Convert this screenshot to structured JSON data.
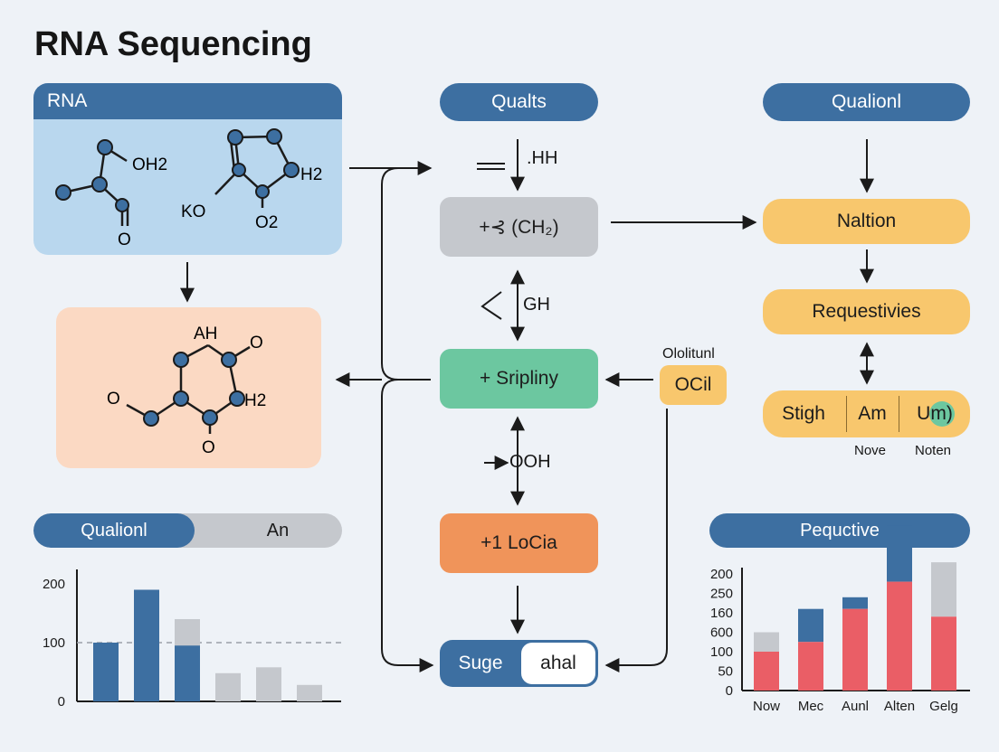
{
  "title": "RNA Sequencing",
  "rna_panel": {
    "header": "RNA",
    "labels": [
      "OH2",
      "O",
      "KO",
      "H2",
      "O2"
    ]
  },
  "structure_panel": {
    "labels": [
      "AH",
      "O",
      "O",
      "H2",
      "O"
    ]
  },
  "center": {
    "top": "Qualts",
    "label_hh": ".HH",
    "box_ch2": "+⊰ (CH₂)",
    "label_gh": "GH",
    "box_sripliny": "+ Sripliny",
    "label_ooh": "OOH",
    "box_locia": "+1 LoCia",
    "bottom_left": "Suge",
    "bottom_right": "ahal"
  },
  "side": {
    "olio_label": "Ololitunl",
    "ocil": "OCil"
  },
  "right": {
    "top": "Qualionl",
    "nation": "Naltion",
    "request": "Requestivies",
    "split": [
      "Stigh",
      "Am",
      "Um)"
    ],
    "under": [
      "Nove",
      "Noten"
    ]
  },
  "colors": {
    "blue": "#3d6fa1",
    "gray": "#c5c8cd",
    "green": "#6cc7a0",
    "orange": "#f0945a",
    "yellow": "#f8c76d",
    "red": "#ea5e66",
    "light_blue_panel": "#b9d7ee",
    "peach_panel": "#fbd9c3"
  },
  "chart_data": [
    {
      "type": "bar",
      "header_left": "Qualionl",
      "header_right": "An",
      "yticks": [
        "0",
        "100",
        "200"
      ],
      "ylim": [
        0,
        200
      ],
      "reference_line": 100,
      "bars": [
        {
          "value": 100,
          "color": "blue"
        },
        {
          "value": 190,
          "color": "blue"
        },
        {
          "value": 140,
          "color": "gray",
          "blue_part": 95
        },
        {
          "value": 48,
          "color": "gray"
        },
        {
          "value": 58,
          "color": "gray"
        },
        {
          "value": 28,
          "color": "gray"
        }
      ]
    },
    {
      "type": "bar",
      "title": "Pequctive",
      "yticks": [
        "0",
        "50",
        "100",
        "600",
        "160",
        "250",
        "200"
      ],
      "categories": [
        "Now",
        "Mec",
        "Aunl",
        "Alten",
        "Gelg"
      ],
      "stacks": [
        {
          "red": 2,
          "top": 3,
          "top_color": "gray"
        },
        {
          "red": 2.5,
          "top": 4.2,
          "top_color": "blue"
        },
        {
          "red": 4.2,
          "top": 4.8,
          "top_color": "blue"
        },
        {
          "red": 5.6,
          "top": 8.5,
          "top_color": "blue"
        },
        {
          "red": 3.8,
          "top": 6.6,
          "top_color": "gray"
        }
      ]
    }
  ]
}
